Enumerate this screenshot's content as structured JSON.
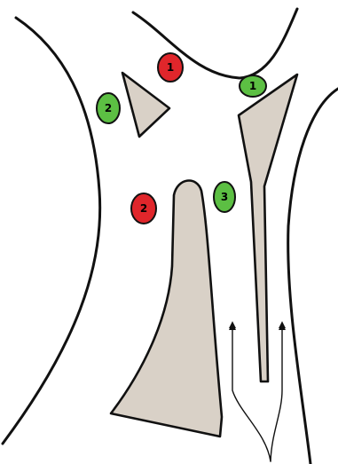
{
  "colors": {
    "island_fill": "#d9d1c7",
    "signal_red": "#e0262b",
    "signal_green": "#5cbf43",
    "outline": "#111111",
    "background": "#ffffff"
  },
  "markers": [
    {
      "label": "1",
      "color": "red"
    },
    {
      "label": "2",
      "color": "green"
    },
    {
      "label": "1",
      "color": "green"
    },
    {
      "label": "2",
      "color": "red"
    },
    {
      "label": "3",
      "color": "green"
    }
  ],
  "lane_arrows": [
    {
      "direction": "straight"
    },
    {
      "direction": "straight"
    }
  ]
}
